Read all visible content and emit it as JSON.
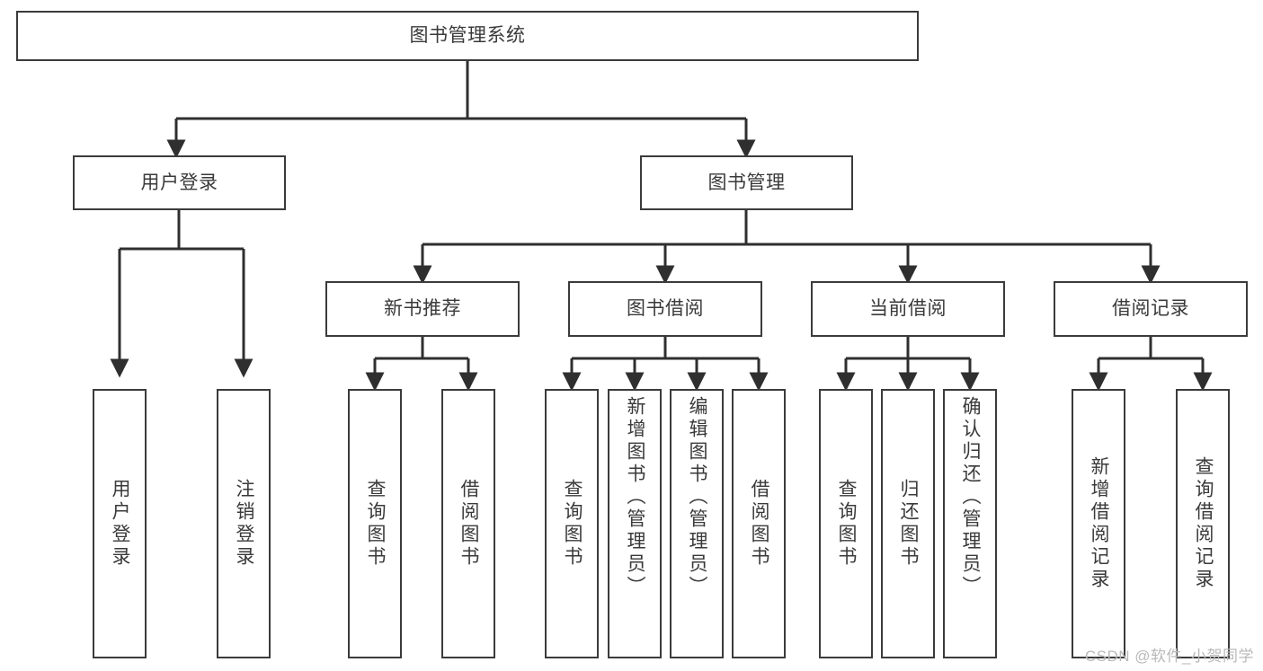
{
  "diagram": {
    "type": "tree-flowchart",
    "title": "图书管理系统",
    "orientation": "top-down",
    "watermark": "CSDN @软件_小贺同学",
    "colors": {
      "box_border": "#3b3b3b",
      "box_fill": "#ffffff",
      "text": "#3a3a3a",
      "connector": "#2f2f2f",
      "watermark": "#b9b9b9",
      "background": "#ffffff"
    },
    "nodes": {
      "root": {
        "id": "root",
        "label": "图书管理系统",
        "level": 0,
        "orient": "horizontal"
      },
      "l1": [
        {
          "id": "user_login",
          "label": "用户登录",
          "level": 1,
          "orient": "horizontal"
        },
        {
          "id": "book_mgmt",
          "label": "图书管理",
          "level": 1,
          "orient": "horizontal"
        }
      ],
      "l2": [
        {
          "id": "new_book_rec",
          "label": "新书推荐",
          "level": 2,
          "orient": "horizontal",
          "parent": "book_mgmt"
        },
        {
          "id": "book_borrow",
          "label": "图书借阅",
          "level": 2,
          "orient": "horizontal",
          "parent": "book_mgmt"
        },
        {
          "id": "current_borrow",
          "label": "当前借阅",
          "level": 2,
          "orient": "horizontal",
          "parent": "book_mgmt"
        },
        {
          "id": "borrow_record",
          "label": "借阅记录",
          "level": 2,
          "orient": "horizontal",
          "parent": "book_mgmt"
        }
      ],
      "leaves": [
        {
          "id": "leaf_user_login",
          "label": "用户登录",
          "parent": "user_login",
          "orient": "vertical"
        },
        {
          "id": "leaf_user_logout",
          "label": "注销登录",
          "parent": "user_login",
          "orient": "vertical"
        },
        {
          "id": "leaf_rec_query",
          "label": "查询图书",
          "parent": "new_book_rec",
          "orient": "vertical"
        },
        {
          "id": "leaf_rec_borrow",
          "label": "借阅图书",
          "parent": "new_book_rec",
          "orient": "vertical"
        },
        {
          "id": "leaf_borrow_query",
          "label": "查询图书",
          "parent": "book_borrow",
          "orient": "vertical"
        },
        {
          "id": "leaf_borrow_add",
          "label": "新增图书（管理员）",
          "parent": "book_borrow",
          "orient": "vertical"
        },
        {
          "id": "leaf_borrow_edit",
          "label": "编辑图书（管理员）",
          "parent": "book_borrow",
          "orient": "vertical"
        },
        {
          "id": "leaf_borrow_lend",
          "label": "借阅图书",
          "parent": "book_borrow",
          "orient": "vertical"
        },
        {
          "id": "leaf_cur_query",
          "label": "查询图书",
          "parent": "current_borrow",
          "orient": "vertical"
        },
        {
          "id": "leaf_cur_return",
          "label": "归还图书",
          "parent": "current_borrow",
          "orient": "vertical"
        },
        {
          "id": "leaf_cur_confirm",
          "label": "确认归还（管理员）",
          "parent": "current_borrow",
          "orient": "vertical"
        },
        {
          "id": "leaf_rec_add",
          "label": "新增借阅记录",
          "parent": "borrow_record",
          "orient": "vertical"
        },
        {
          "id": "leaf_rec_search",
          "label": "查询借阅记录",
          "parent": "borrow_record",
          "orient": "vertical"
        }
      ]
    }
  }
}
